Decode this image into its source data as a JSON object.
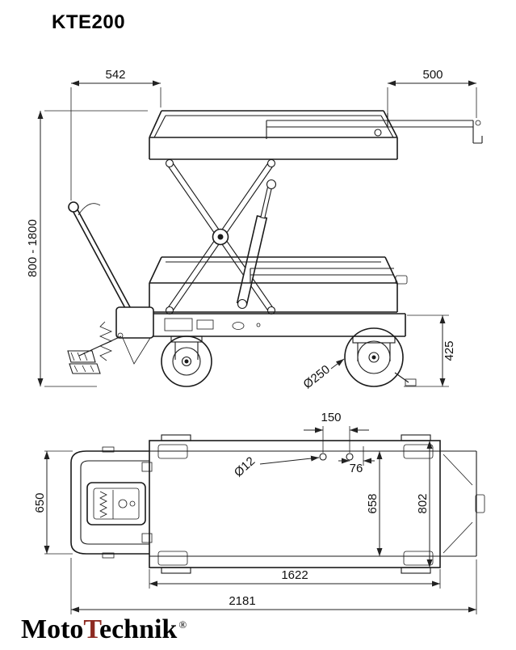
{
  "title": "KTE200",
  "side_view": {
    "dim_top_left": "542",
    "dim_top_right": "500",
    "dim_lift_height": "800 - 1800",
    "dim_wheel": "Ø250",
    "dim_chassis_height": "425"
  },
  "top_view": {
    "dim_hole_spacing": "150",
    "dim_hole_edge": "76",
    "dim_hole_dia": "Ø12",
    "dim_handle_width": "650",
    "dim_inner_width": "658",
    "dim_overall_width": "802",
    "dim_platform_length": "1622",
    "dim_overall_length": "2181"
  },
  "logo": {
    "part1": "Moto",
    "part2_initial": "T",
    "part2_rest": "echnik",
    "registered": "®"
  },
  "colors": {
    "line": "#1a1a1a",
    "logo_red": "#8d2a21"
  }
}
